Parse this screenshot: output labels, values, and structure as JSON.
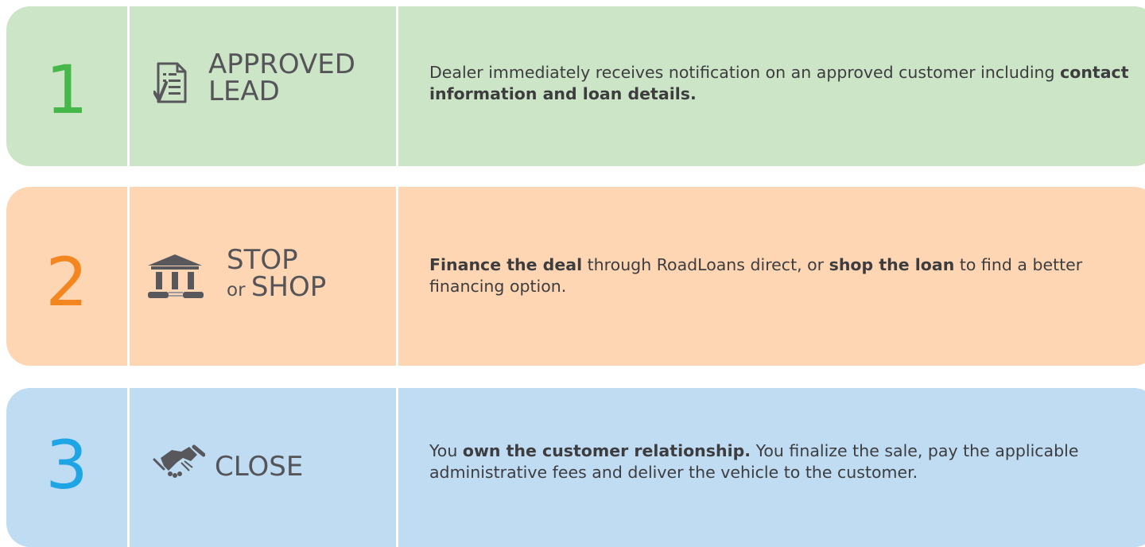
{
  "colors": {
    "step1_bg": "#cce5c6",
    "step2_bg": "#fed6b3",
    "step3_bg": "#bfdcf2",
    "step1_num": "#45b849",
    "step2_num": "#f4861f",
    "step3_num": "#1da5e6",
    "icon": "#58585c"
  },
  "steps": [
    {
      "number": "1",
      "title_line1": "APPROVED",
      "title_line2": "LEAD",
      "icon": "checklist-document-icon",
      "desc_1": "Dealer immediately receives notification on an approved customer including ",
      "desc_2": "contact information and loan details."
    },
    {
      "number": "2",
      "title_line1": "STOP",
      "title_or": "or ",
      "title_line2": "SHOP",
      "icon": "bank-building-icon",
      "desc_1": "Finance the deal",
      "desc_2": " through RoadLoans direct, or ",
      "desc_3": "shop the loan",
      "desc_4": " to find a better financing option."
    },
    {
      "number": "3",
      "title_line1": "CLOSE",
      "icon": "handshake-icon",
      "desc_1": "You ",
      "desc_2": "own the customer relationship.",
      "desc_3": " You finalize the sale, pay the applicable administrative fees and deliver the vehicle to the customer."
    }
  ]
}
